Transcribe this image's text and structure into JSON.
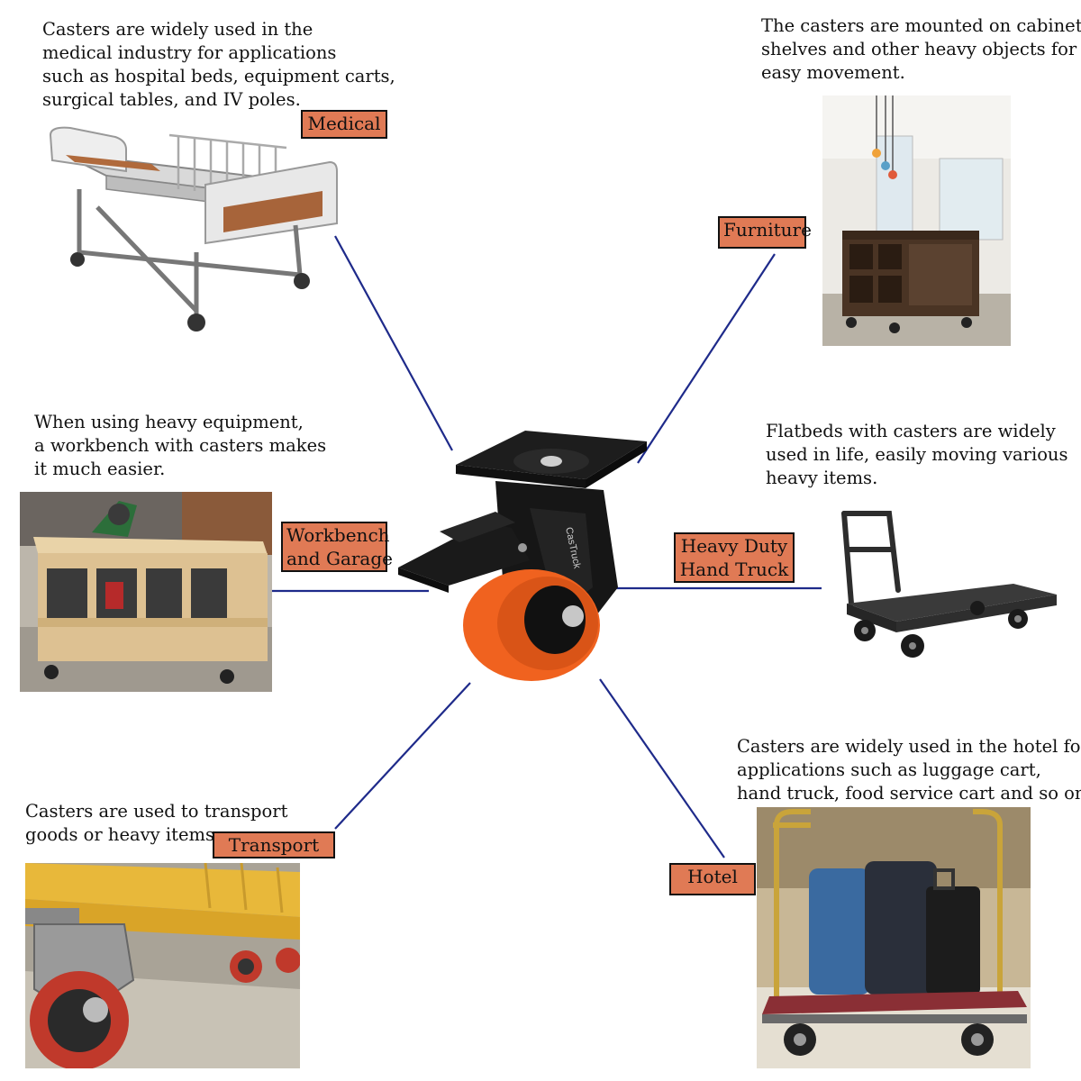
{
  "categories": {
    "medical": {
      "label": "Medical",
      "description": [
        "Casters are widely used in the",
        "medical industry for applications",
        "such as hospital beds, equipment carts,",
        "surgical tables, and IV poles."
      ]
    },
    "furniture": {
      "label": "Furniture",
      "description": [
        "The casters are mounted on cabinets,",
        "shelves and other heavy objects for",
        "easy movement."
      ]
    },
    "workbench": {
      "label_lines": [
        "Workbench",
        "and Garage"
      ],
      "description": [
        "When using heavy equipment,",
        "a workbench with casters makes",
        "it much easier."
      ]
    },
    "hand_truck": {
      "label_lines": [
        "Heavy Duty",
        "Hand Truck"
      ],
      "description": [
        "Flatbeds with casters are widely",
        "used in life, easily moving various",
        "heavy items."
      ]
    },
    "transport": {
      "label": "Transport",
      "description": [
        "Casters are used to transport",
        "goods or heavy items."
      ]
    },
    "hotel": {
      "label": "Hotel",
      "description": [
        "Casters are widely used in the hotel for",
        "applications such as luggage cart,",
        "hand truck, food service cart and so on."
      ]
    }
  },
  "center_product": {
    "brand_text": "CasTruck",
    "wheel_color": "#f0621f"
  },
  "colors": {
    "tag_fill": "#e07a55",
    "connector_line": "#1e2a8a"
  },
  "icons": {
    "medical": "hospital-bed-icon",
    "furniture": "kitchen-island-icon",
    "workbench": "workbench-icon",
    "hand_truck": "hand-truck-icon",
    "transport": "caster-wheel-icon",
    "hotel": "luggage-cart-icon",
    "center": "swivel-caster-icon"
  }
}
